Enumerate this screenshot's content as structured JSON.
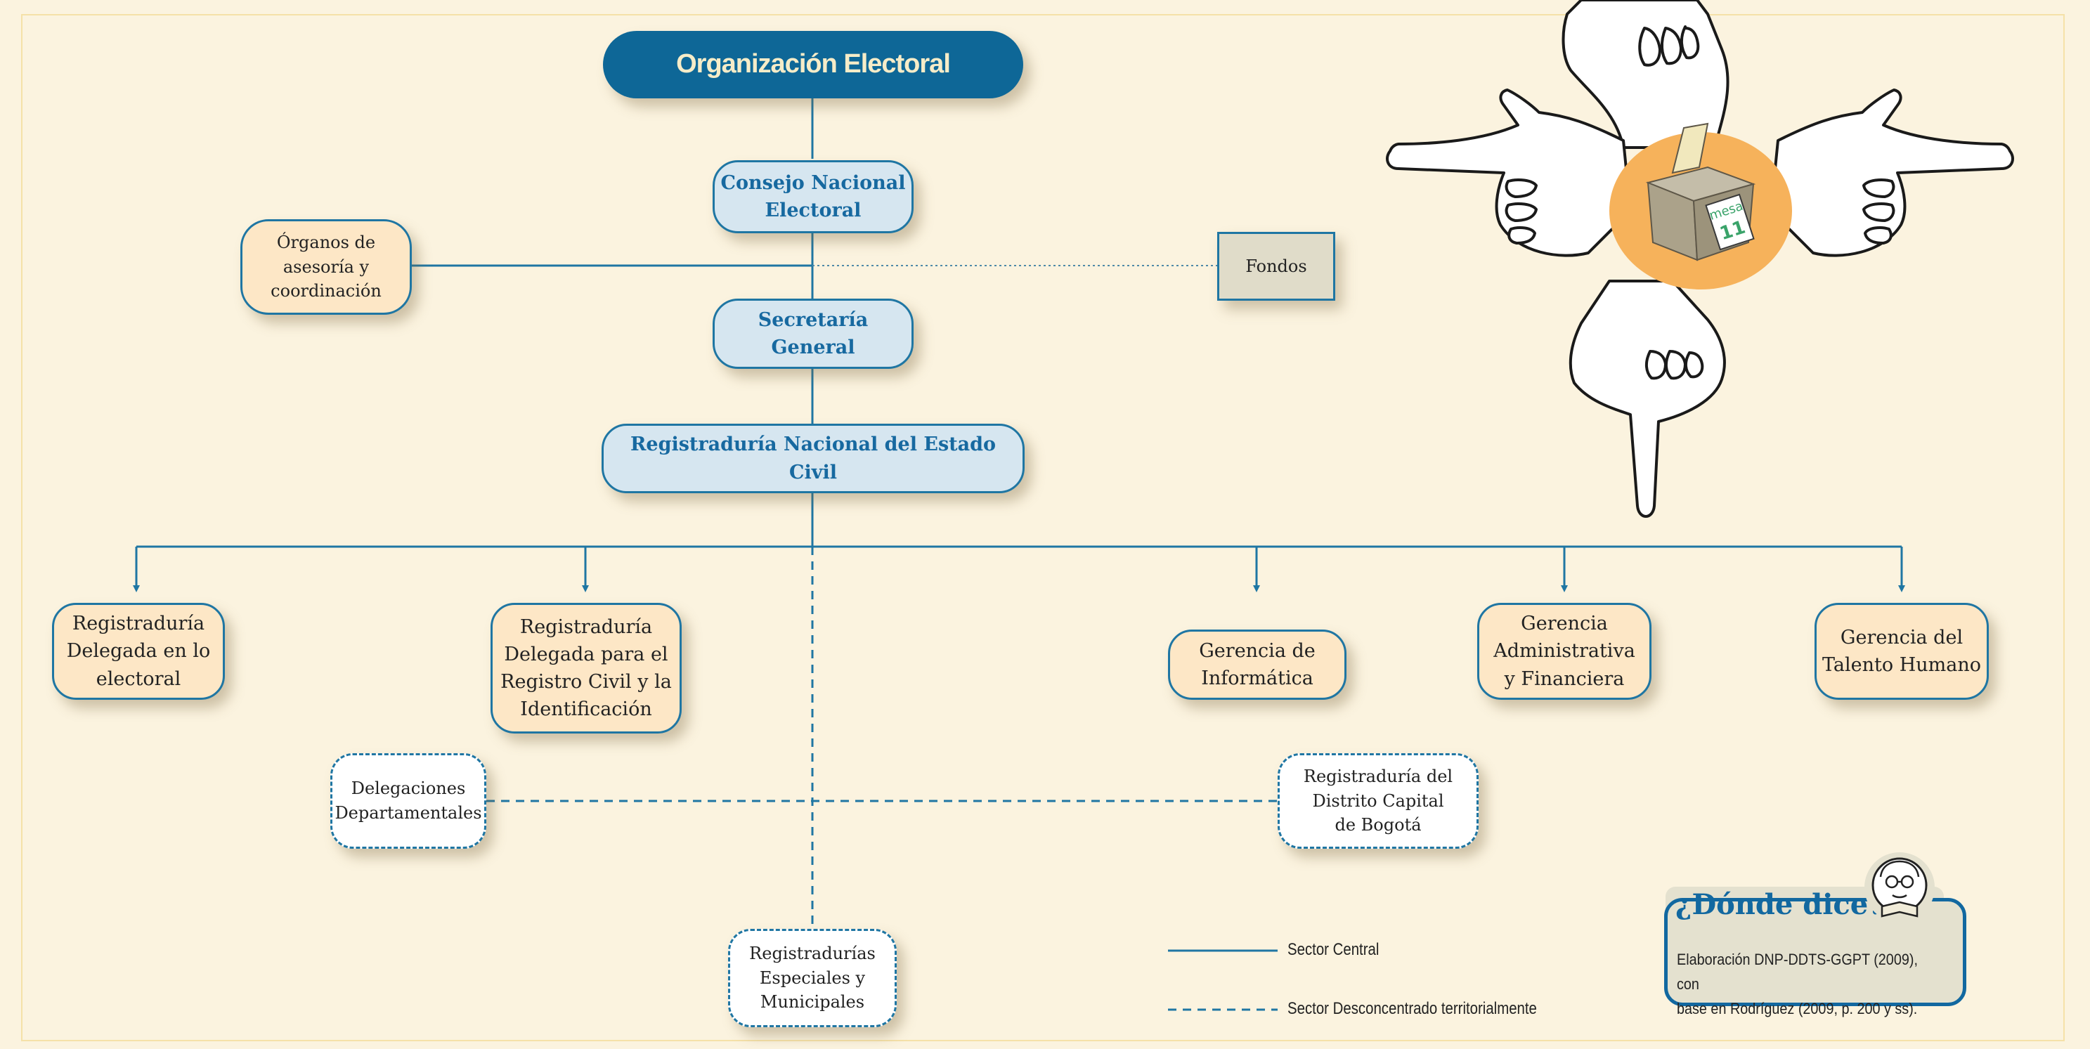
{
  "title": "Organización Electoral",
  "nodes": {
    "consejo": [
      "Consejo Nacional",
      "Electoral"
    ],
    "secretaria": [
      "Secretaría",
      "General"
    ],
    "registraduria_nacional": "Registraduría Nacional del Estado Civil",
    "organos": [
      "Órganos de",
      "asesoría y",
      "coordinación"
    ],
    "fondos": "Fondos",
    "reg_delegada_electoral": [
      "Registraduría",
      "Delegada en lo",
      "electoral"
    ],
    "reg_delegada_registro": [
      "Registraduría",
      "Delegada para el",
      "Registro Civil y la",
      "Identificación"
    ],
    "gerencia_informatica": [
      "Gerencia de",
      "Informática"
    ],
    "gerencia_administrativa": [
      "Gerencia",
      "Administrativa",
      "y Financiera"
    ],
    "gerencia_talento": [
      "Gerencia del",
      "Talento Humano"
    ],
    "delegaciones": [
      "Delegaciones",
      "Departamentales"
    ],
    "registraduria_distrito": [
      "Registraduría del",
      "Distrito Capital",
      "de Bogotá"
    ],
    "registradurias_especiales": [
      "Registradurías",
      "Especiales y",
      "Municipales"
    ]
  },
  "ballot_label": [
    "mesa",
    "11"
  ],
  "legend": {
    "solid": "Sector Central",
    "dashed": "Sector Desconcentrado territorialmente"
  },
  "source": {
    "title": "¿Dónde dice?",
    "lines": [
      "Elaboración DNP-DDTS-GGPT (2009), con",
      "base en Rodríguez (2009, p. 200 y ss)."
    ]
  },
  "colors": {
    "accent": "#0e6797",
    "line": "#1f76a3",
    "peach": "#fde7c6",
    "light_blue": "#d6e6f0",
    "background": "#fbf3df"
  }
}
